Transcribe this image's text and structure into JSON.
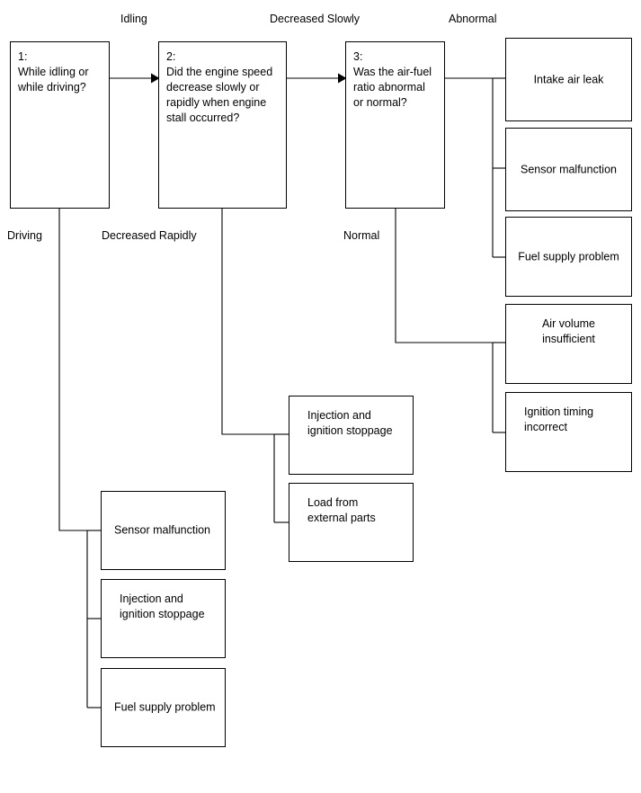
{
  "diagram": {
    "title": "Engine stall troubleshooting flowchart",
    "type": "decision-tree-flowchart",
    "background_color": "#ffffff",
    "line_color": "#000000",
    "text_color": "#000000"
  },
  "edge_labels": {
    "idling": "Idling",
    "decreased_slowly": "Decreased Slowly",
    "abnormal": "Abnormal",
    "driving": "Driving",
    "decreased_rapidly": "Decreased Rapidly",
    "normal": "Normal"
  },
  "questions": [
    {
      "id": "q1",
      "number": "1:",
      "text": "1:\nWhile idling or\nwhile driving?"
    },
    {
      "id": "q2",
      "number": "2:",
      "text": "2:\nDid the engine speed\ndecrease slowly or\nrapidly when engine\nstall occurred?"
    },
    {
      "id": "q3",
      "number": "3:",
      "text": "3:\nWas the air-fuel\nratio abnormal\nor normal?"
    }
  ],
  "outcomes": {
    "abnormal_branch": [
      {
        "id": "intake-air-leak",
        "text": "Intake air leak"
      },
      {
        "id": "sensor-malfunction-abnormal",
        "text": "Sensor malfunction"
      },
      {
        "id": "fuel-supply-problem-abnormal",
        "text": "Fuel supply problem"
      }
    ],
    "normal_branch": [
      {
        "id": "air-volume-insufficient",
        "text": "Air volume\ninsufficient"
      },
      {
        "id": "ignition-timing-incorrect",
        "text": "Ignition timing\nincorrect"
      }
    ],
    "decreased_rapidly_branch": [
      {
        "id": "injection-ignition-stoppage-rapid",
        "text": "Injection and\nignition stoppage"
      },
      {
        "id": "load-from-external-parts",
        "text": "Load from\nexternal parts"
      }
    ],
    "driving_branch": [
      {
        "id": "sensor-malfunction-driving",
        "text": "Sensor malfunction"
      },
      {
        "id": "injection-ignition-stoppage-driving",
        "text": "Injection and\nignition stoppage"
      },
      {
        "id": "fuel-supply-problem-driving",
        "text": "Fuel supply problem"
      }
    ]
  }
}
